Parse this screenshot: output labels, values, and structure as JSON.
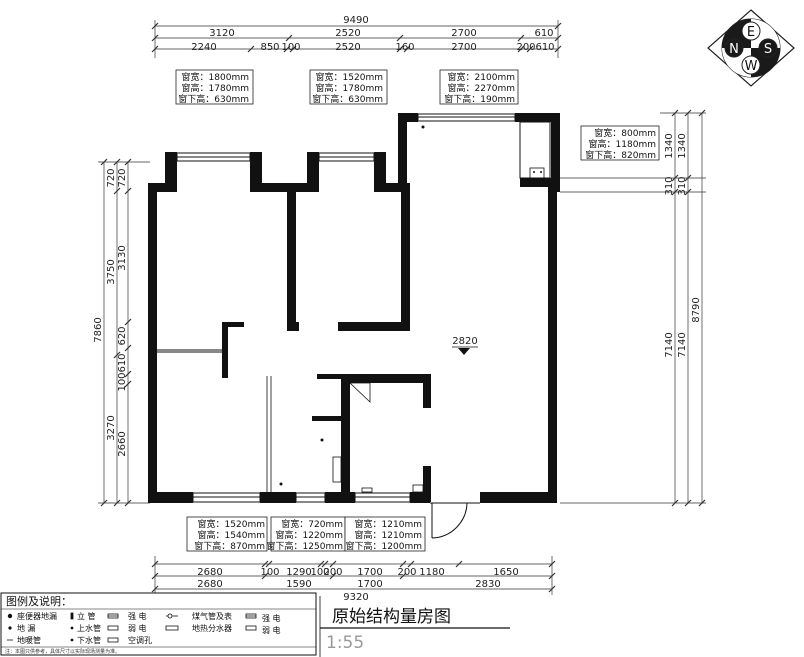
{
  "top_dims": {
    "total": "9490",
    "row1": [
      "3120",
      "2520",
      "2700",
      "610"
    ],
    "row2": [
      "2240",
      "850",
      "100",
      "2520",
      "160",
      "2700",
      "200",
      "610"
    ]
  },
  "bottom_dims": {
    "row1": [
      "2680",
      "100",
      "1290",
      "100",
      "200",
      "1700",
      "200",
      "1180",
      "1650"
    ],
    "row2": [
      "2680",
      "1590",
      "1700",
      "2830"
    ],
    "total": "9320"
  },
  "left_dims": {
    "total": "7860",
    "row1": [
      "720",
      "3750",
      "3270"
    ],
    "row2": [
      "720",
      "3130",
      "620",
      "610",
      "100",
      "2660"
    ]
  },
  "right_dims": {
    "total": "8790",
    "row1": [
      "1340",
      "310",
      "7140"
    ],
    "row2": [
      "1340",
      "310",
      "7140"
    ]
  },
  "windows": {
    "w1": [
      "窗宽：1800mm",
      "窗高：1780mm",
      "窗下高：630mm"
    ],
    "w2": [
      "窗宽：1520mm",
      "窗高：1780mm",
      "窗下高：630mm"
    ],
    "w3": [
      "窗宽：2100mm",
      "窗高：2270mm",
      "窗下高：190mm"
    ],
    "w4": [
      "窗宽：800mm",
      "窗高：1180mm",
      "窗下高：820mm"
    ],
    "w5": [
      "窗宽：1520mm",
      "窗高：1540mm",
      "窗下高：870mm"
    ],
    "w6": [
      "窗宽：720mm",
      "窗高：1220mm",
      "窗下高：1250mm"
    ],
    "w7": [
      "窗宽：1210mm",
      "窗高：1210mm",
      "窗下高：1200mm"
    ]
  },
  "ceiling_height": "2820",
  "compass": {
    "n": "N",
    "e": "E",
    "s": "S",
    "w": "W"
  },
  "legend": {
    "title": "图例及说明：",
    "col1": [
      "座便器地漏",
      "地 漏",
      "地暖管"
    ],
    "col2": [
      "立 管",
      "上水管",
      "下水管"
    ],
    "col3": [
      "强 电",
      "弱 电",
      "空调孔"
    ],
    "col4": [
      "煤气管及表",
      "地热分水器"
    ],
    "col5": [
      "强 电",
      "弱 电"
    ],
    "note": "注：本图只供参考，具体尺寸以实际现场测量为准。"
  },
  "plan_title": "原始结构量房图",
  "scale_label": "1:55"
}
